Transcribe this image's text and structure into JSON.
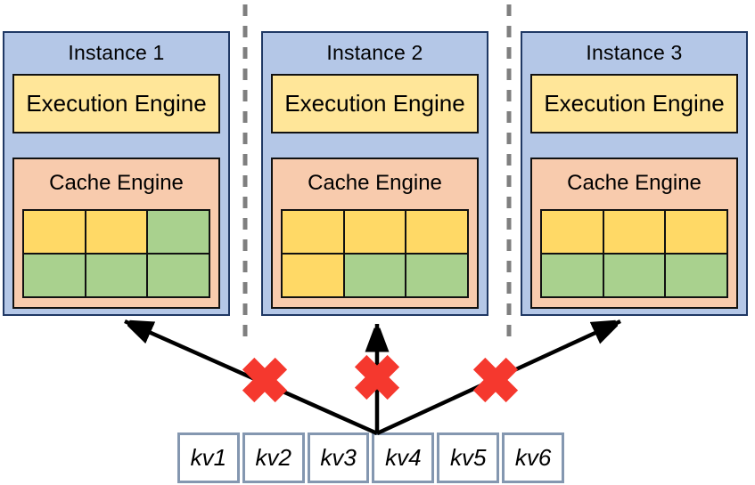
{
  "colors": {
    "instance_fill": "#B4C7E7",
    "instance_border": "#1F3864",
    "execution_fill": "#FFE699",
    "cache_fill": "#F8CBAD",
    "cell_yellow": "#FFD966",
    "cell_green": "#A9D18E",
    "cross_red": "#F5382E",
    "dash_gray": "#7F7F7F",
    "arrow_black": "#000000",
    "kv_border": "#8497B0"
  },
  "instances": [
    {
      "title": "Instance 1",
      "execution_label": "Execution Engine",
      "cache_label": "Cache Engine",
      "cache_cells": [
        "yellow",
        "yellow",
        "green",
        "green",
        "green",
        "green"
      ]
    },
    {
      "title": "Instance 2",
      "execution_label": "Execution Engine",
      "cache_label": "Cache Engine",
      "cache_cells": [
        "yellow",
        "yellow",
        "yellow",
        "yellow",
        "green",
        "green"
      ]
    },
    {
      "title": "Instance 3",
      "execution_label": "Execution Engine",
      "cache_label": "Cache Engine",
      "cache_cells": [
        "yellow",
        "yellow",
        "yellow",
        "green",
        "green",
        "green"
      ]
    }
  ],
  "kv_row": {
    "items": [
      "kv1",
      "kv2",
      "kv3",
      "kv4",
      "kv5",
      "kv6"
    ]
  }
}
